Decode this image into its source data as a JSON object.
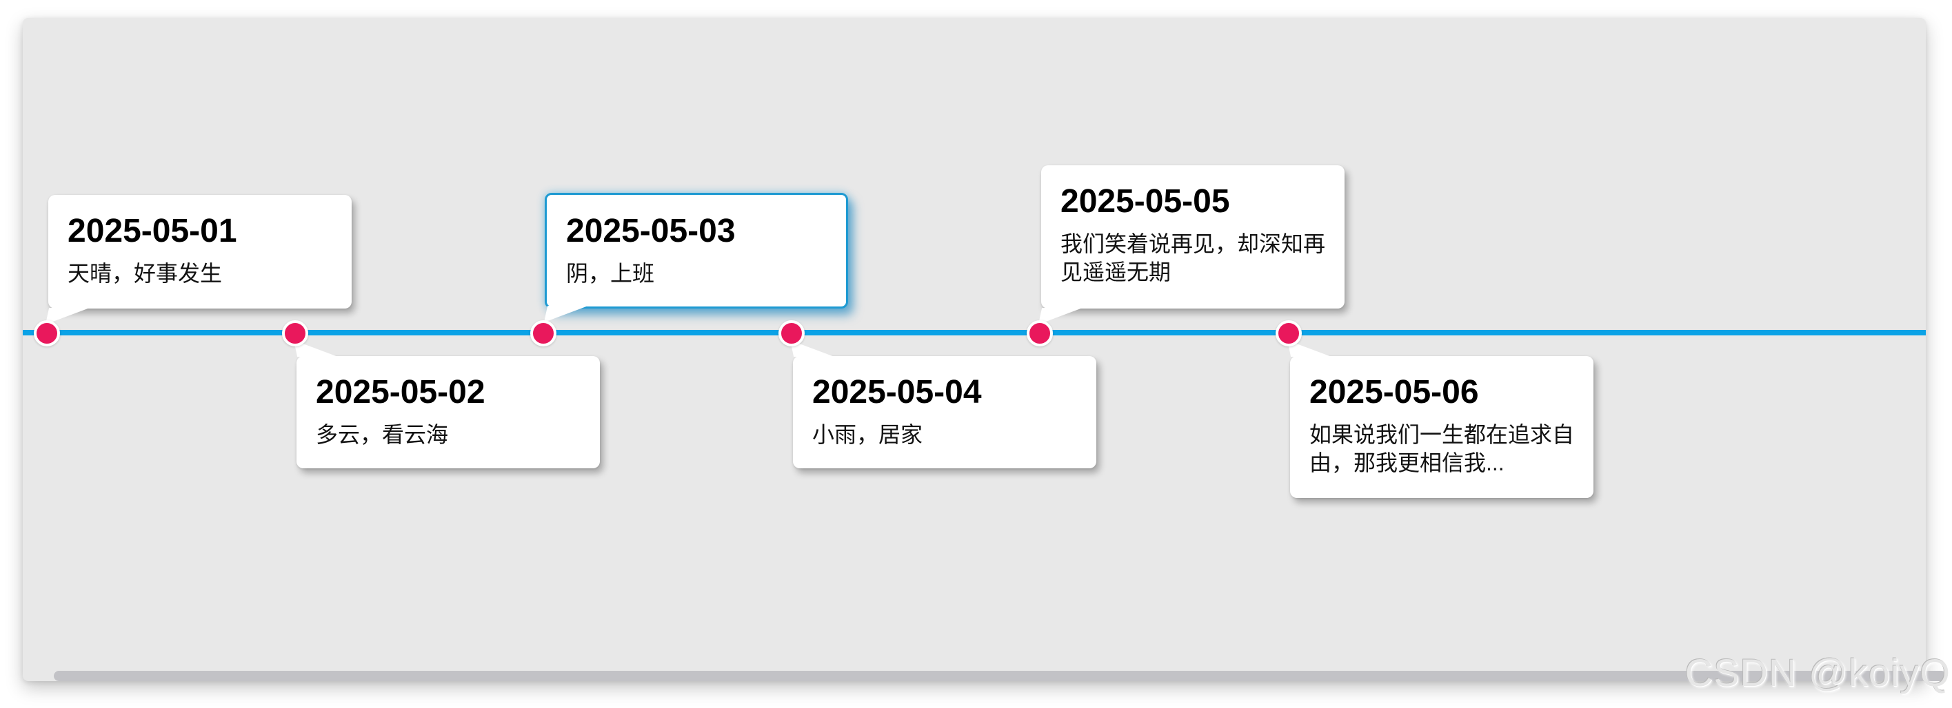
{
  "watermark": "CSDN @koiyQ",
  "colors": {
    "panel_bg": "#e8e8e8",
    "timeline_line": "#0ba2e6",
    "dot": "#e9185c",
    "selected_card_border": "#1e9ad2",
    "card_bg": "#ffffff"
  },
  "timeline": {
    "events": [
      {
        "date": "2025-05-01",
        "text": "天晴，好事发生",
        "position": "above",
        "selected": false
      },
      {
        "date": "2025-05-02",
        "text": "多云，看云海",
        "position": "below",
        "selected": false
      },
      {
        "date": "2025-05-03",
        "text": "阴，上班",
        "position": "above",
        "selected": true
      },
      {
        "date": "2025-05-04",
        "text": "小雨，居家",
        "position": "below",
        "selected": false
      },
      {
        "date": "2025-05-05",
        "text": "我们笑着说再见，却深知再见遥遥无期",
        "position": "above",
        "selected": false
      },
      {
        "date": "2025-05-06",
        "text": "如果说我们一生都在追求自由，那我更相信我...",
        "position": "below",
        "selected": false
      }
    ]
  }
}
